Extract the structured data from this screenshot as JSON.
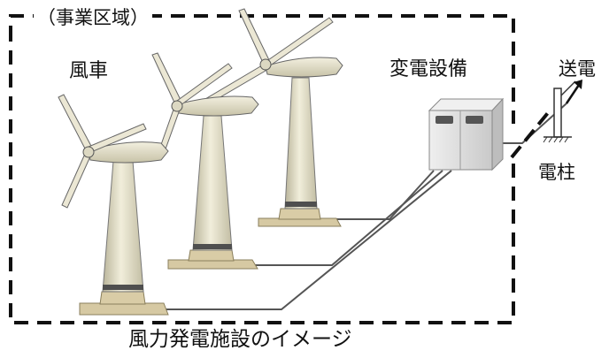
{
  "diagram": {
    "area_label": "（事業区域）",
    "turbine_label": "風車",
    "substation_label": "変電設備",
    "transmission_label": "送電",
    "pole_label": "電柱",
    "caption": "風力発電施設のイメージ"
  },
  "colors": {
    "tower": "#e8e4cf",
    "tower_shade": "#bcb79c",
    "foundation": "#d6c9a3",
    "nacelle": "#e6e2cc",
    "blade": "#ebe7d4",
    "outline": "#666666",
    "substation": "#dddddd",
    "boundary": "#111111"
  }
}
